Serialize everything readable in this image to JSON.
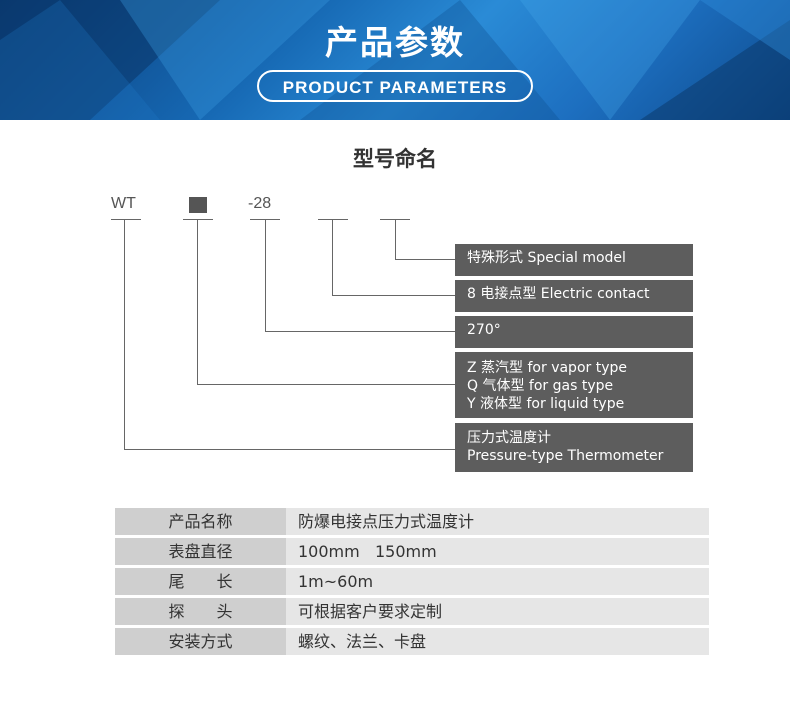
{
  "banner": {
    "title": "产品参数",
    "subtitle": "PRODUCT PARAMETERS"
  },
  "section": {
    "title": "型号命名"
  },
  "code": {
    "prefix": "WT",
    "suffix": "-28"
  },
  "descriptions": [
    {
      "lines": [
        "特殊形式 Special model"
      ]
    },
    {
      "lines": [
        "8 电接点型  Electric contact"
      ]
    },
    {
      "lines": [
        "270°"
      ]
    },
    {
      "lines": [
        "Z 蒸汽型 for vapor type",
        "Q 气体型 for gas type",
        "Y 液体型 for liquid type"
      ]
    },
    {
      "lines": [
        "压力式温度计",
        "Pressure-type Thermometer"
      ]
    }
  ],
  "table": {
    "rows": [
      {
        "key": "产品名称",
        "value": "防爆电接点压力式温度计"
      },
      {
        "key": "表盘直径",
        "value": "100mm   150mm"
      },
      {
        "key": "尾　　长",
        "value": "1m~60m"
      },
      {
        "key": "探　　头",
        "value": "可根据客户要求定制"
      },
      {
        "key": "安装方式",
        "value": "螺纹、法兰、卡盘"
      }
    ]
  },
  "colors": {
    "banner_blue": "#1668b3",
    "desc_box": "#5d5d5d",
    "table_key_bg": "#cfcfcf",
    "table_value_bg": "#e6e6e6"
  }
}
